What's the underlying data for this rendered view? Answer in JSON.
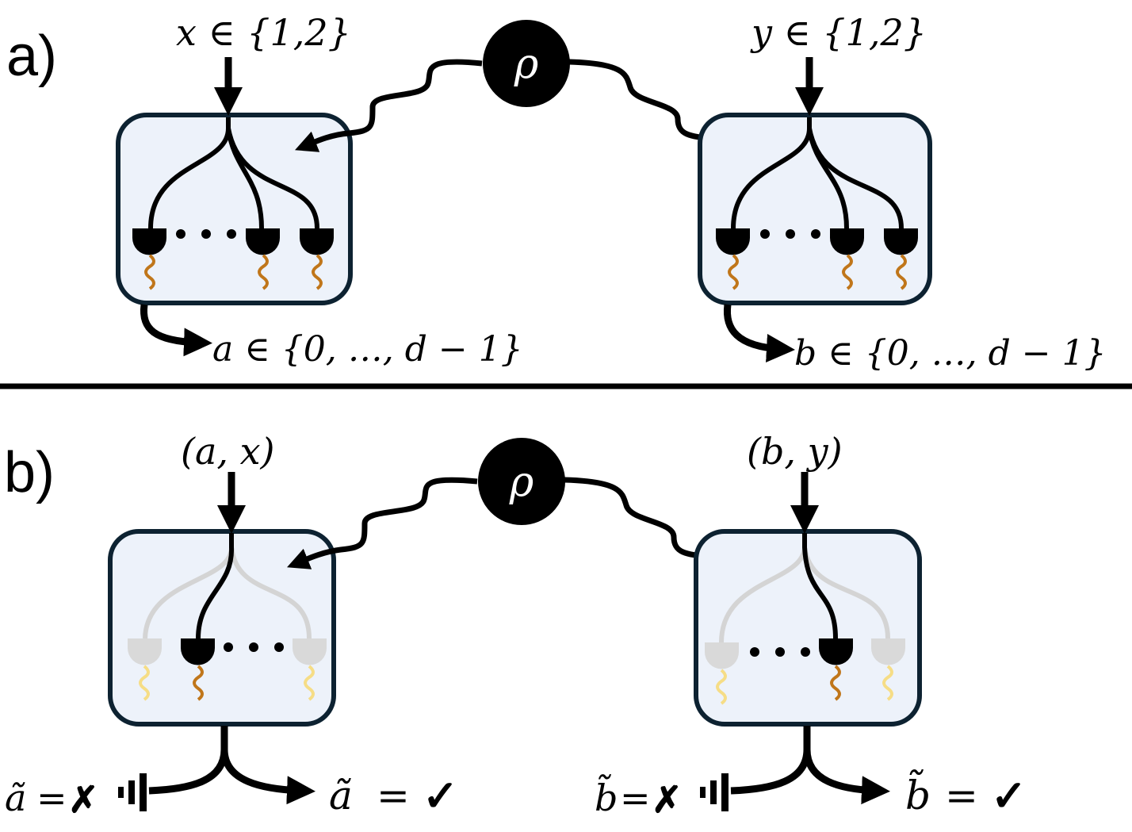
{
  "panels": {
    "a": {
      "label": "a)",
      "alice_input": "x ∈ {1,2}",
      "bob_input": "y ∈ {1,2}",
      "source": "ρ",
      "alice_output": "a ∈ {0, …, d − 1}",
      "bob_output": "b ∈ {0, …, d − 1}"
    },
    "b": {
      "label": "b)",
      "alice_input": "(a, x)",
      "bob_input": "(b, y)",
      "source": "ρ",
      "alice_fail": {
        "var": "ã",
        "eq": "=",
        "mark": "✗"
      },
      "alice_pass": {
        "var": "ã",
        "eq": "=",
        "mark": "✓"
      },
      "bob_fail": {
        "var": "b̃",
        "eq": "=",
        "mark": "✗"
      },
      "bob_pass": {
        "var": "b̃",
        "eq": "=",
        "mark": "✓"
      }
    }
  },
  "colors": {
    "box_fill": "#edf2fa",
    "box_stroke": "#0d2231",
    "wire": "#000000",
    "detector_active": "#000000",
    "detector_inactive": "#d9d9d9",
    "signal_active": "#c0761a",
    "signal_inactive": "#f6dd86",
    "wire_inactive": "#d4d4d4"
  }
}
